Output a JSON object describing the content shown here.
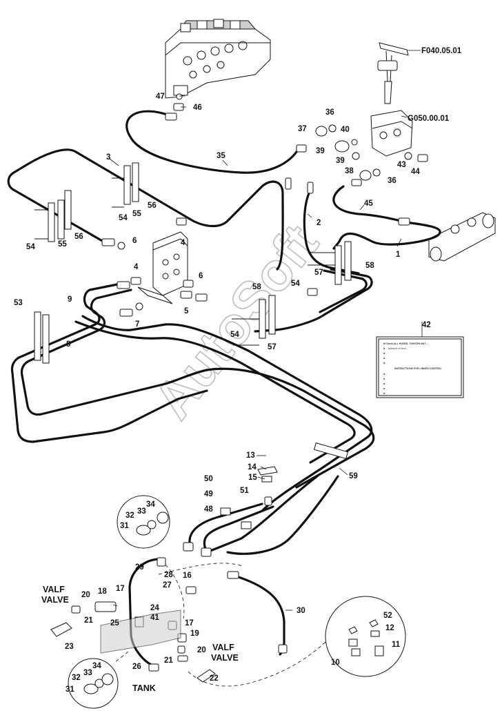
{
  "references": {
    "f040": "F040.05.01",
    "g050": "G050.00.01"
  },
  "side_labels": {
    "valf_1": "VALF",
    "valve_1": "VALVE",
    "valf_2": "VALF",
    "valve_2": "VALVE",
    "tank": "TANK"
  },
  "watermark": "AutoSoft",
  "decal": {
    "lines": [
      "■ Check ALL HOSES. TIGHTEN NUT ...",
      "■ ... hydraulic oil level ...",
      "■ ...",
      "■ ...",
      "■ ...",
      "INSTRUCTIONS FOR LINKED CONTROL",
      "■ ...",
      "■ ...",
      "■ ...",
      "■ ...",
      "■ ..."
    ]
  },
  "callouts": {
    "n1": "1",
    "n2": "2",
    "n3": "3",
    "n4a": "4",
    "n4b": "4",
    "n5": "5",
    "n6a": "6",
    "n6b": "6",
    "n7": "7",
    "n8": "8",
    "n9": "9",
    "n10": "10",
    "n11": "11",
    "n12": "12",
    "n13": "13",
    "n14": "14",
    "n15": "15",
    "n16": "16",
    "n17a": "17",
    "n17b": "17",
    "n18": "18",
    "n19": "19",
    "n20a": "20",
    "n20b": "20",
    "n21a": "21",
    "n21b": "21",
    "n22": "22",
    "n23": "23",
    "n24": "24",
    "n25": "25",
    "n26": "26",
    "n27": "27",
    "n28": "28",
    "n29": "29",
    "n30": "30",
    "n31a": "31",
    "n31b": "31",
    "n32a": "32",
    "n32b": "32",
    "n33a": "33",
    "n33b": "33",
    "n34a": "34",
    "n34b": "34",
    "n35": "35",
    "n36a": "36",
    "n36b": "36",
    "n37": "37",
    "n38": "38",
    "n39a": "39",
    "n39b": "39",
    "n40": "40",
    "n41": "41",
    "n42": "42",
    "n43": "43",
    "n44": "44",
    "n45": "45",
    "n46": "46",
    "n47": "47",
    "n48": "48",
    "n49": "49",
    "n50": "50",
    "n51": "51",
    "n52": "52",
    "n53": "53",
    "n54a": "54",
    "n54b": "54",
    "n54c": "54",
    "n54d": "54",
    "n55a": "55",
    "n55b": "55",
    "n56a": "56",
    "n56b": "56",
    "n57a": "57",
    "n57b": "57",
    "n58a": "58",
    "n58b": "58",
    "n59": "59"
  }
}
